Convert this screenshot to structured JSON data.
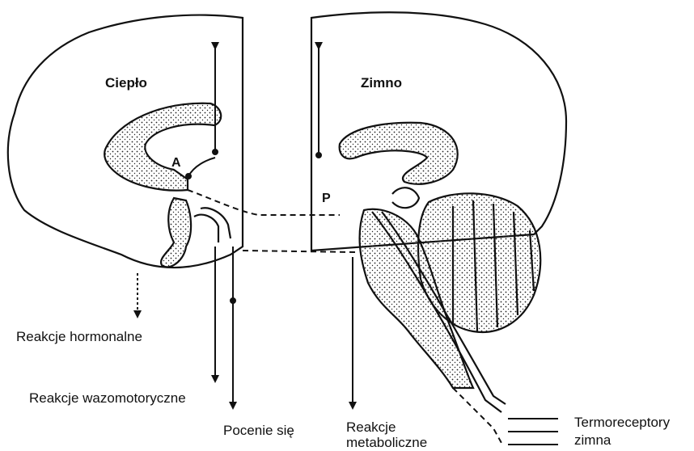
{
  "labels": {
    "left_title": "Ciepło",
    "right_title": "Zimno",
    "point_a": "A",
    "point_p": "P",
    "hormonal": "Reakcje hormonalne",
    "vasomotor": "Reakcje wazomotoryczne",
    "sweating": "Pocenie się",
    "metabolic_line1": "Reakcje",
    "metabolic_line2": "metaboliczne",
    "thermo_line1": "Termoreceptory",
    "thermo_line2": "zimna"
  }
}
